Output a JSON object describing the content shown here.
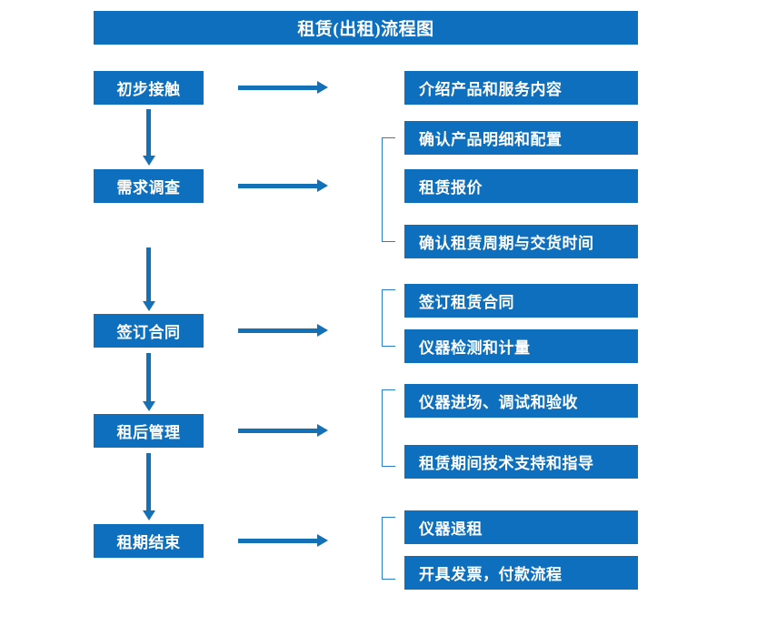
{
  "diagram": {
    "title": "租赁(出租)流程图",
    "colors": {
      "box_fill": "#0d6fbd",
      "box_text": "#ffffff",
      "arrow": "#1471b8",
      "bracket": "#2b7ec4",
      "background": "#ffffff"
    },
    "stages": [
      {
        "label": "初步接触"
      },
      {
        "label": "需求调查"
      },
      {
        "label": "签订合同"
      },
      {
        "label": "租后管理"
      },
      {
        "label": "租期结束"
      }
    ],
    "details": [
      {
        "label": "介绍产品和服务内容"
      },
      {
        "label": "确认产品明细和配置"
      },
      {
        "label": "租赁报价"
      },
      {
        "label": "确认租赁周期与交货时间"
      },
      {
        "label": "签订租赁合同"
      },
      {
        "label": "仪器检测和计量"
      },
      {
        "label": "仪器进场、调试和验收"
      },
      {
        "label": "租赁期间技术支持和指导"
      },
      {
        "label": "仪器退租"
      },
      {
        "label": "开具发票，付款流程"
      }
    ]
  }
}
